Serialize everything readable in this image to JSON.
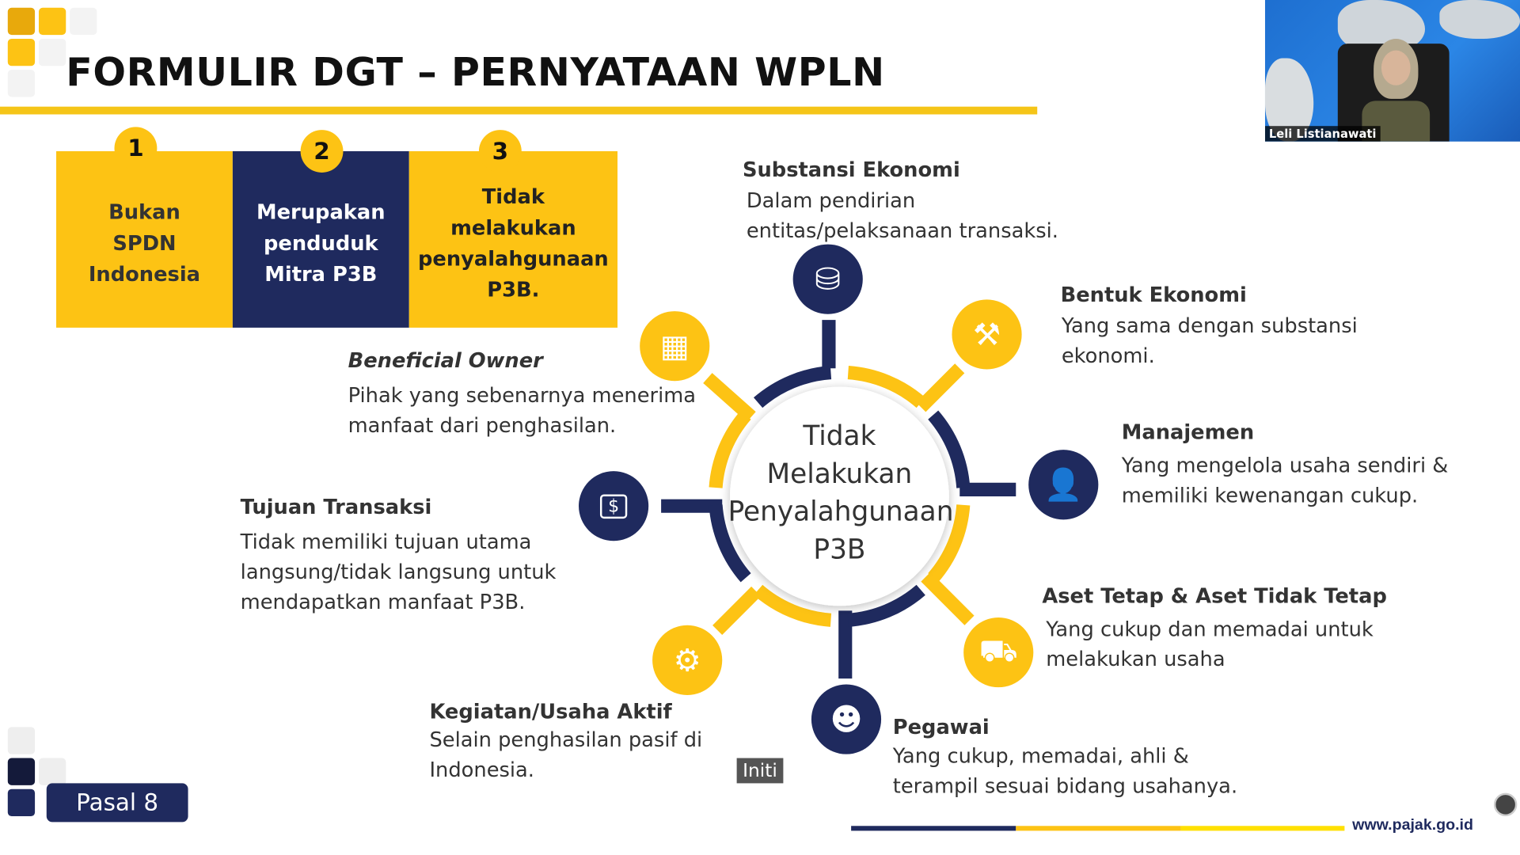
{
  "slide": {
    "title": "FORMULIR DGT – PERNYATAAN WPLN",
    "requirements": [
      {
        "number": "1",
        "label": "Bukan SPDN Indonesia"
      },
      {
        "number": "2",
        "label": "Merupakan penduduk Mitra P3B"
      },
      {
        "number": "3",
        "label": "Tidak melakukan penyalahgunaan P3B."
      }
    ],
    "center": "Tidak Melakukan Penyalahgunaan P3B",
    "criteria": [
      {
        "heading": "Substansi Ekonomi",
        "text": "Dalam pendirian entitas/pelaksanaan transaksi.",
        "icon": "database-icon"
      },
      {
        "heading": "Bentuk Ekonomi",
        "text": "Yang sama dengan substansi ekonomi.",
        "icon": "gavel-icon"
      },
      {
        "heading": "Manajemen",
        "text": "Yang mengelola usaha sendiri & memiliki kewenangan cukup.",
        "icon": "user-check-icon"
      },
      {
        "heading": "Aset Tetap & Aset Tidak Tetap",
        "text": "Yang cukup dan memadai untuk melakukan usaha",
        "icon": "truck-icon"
      },
      {
        "heading": "Pegawai",
        "text": "Yang cukup, memadai, ahli & terampil sesuai bidang usahanya.",
        "icon": "people-icon"
      },
      {
        "heading": "Kegiatan/Usaha Aktif",
        "text": "Selain penghasilan pasif di Indonesia.",
        "icon": "gears-icon"
      },
      {
        "heading": "Tujuan Transaksi",
        "text": "Tidak memiliki tujuan utama langsung/tidak langsung untuk mendapatkan manfaat P3B.",
        "icon": "money-icon"
      },
      {
        "heading": "Beneficial Owner",
        "text": "Pihak yang sebenarnya menerima manfaat dari penghasilan.",
        "icon": "owner-building-icon"
      }
    ],
    "footer_badge": "Pasal 8",
    "label_inti": "Initi",
    "website": "www.pajak.go.id"
  },
  "video": {
    "participant_name": "Leli Listianawati"
  },
  "colors": {
    "yellow": "#FDC314",
    "navy": "#1F2A5E",
    "title_line": "#F5C518"
  }
}
